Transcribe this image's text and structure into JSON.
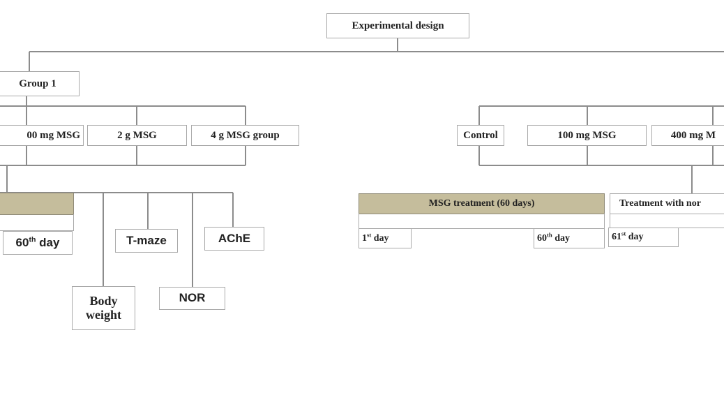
{
  "root": {
    "label": "Experimental design"
  },
  "group1": {
    "label": "Group 1",
    "subgroups": [
      "00 mg MSG",
      "2 g MSG",
      "4 g MSG group"
    ],
    "timeline_end": {
      "value": "60",
      "suffix": "th",
      "unit": " day"
    },
    "assessments": {
      "body_weight": "Body weight",
      "t_maze": "T-maze",
      "nor": "NOR",
      "ache": "AChE"
    }
  },
  "group2": {
    "subgroups": [
      "Control",
      "100 mg MSG",
      "400 mg M"
    ],
    "treatment": "MSG treatment  (60 days)",
    "treatment_followup": "Treatment with nor",
    "timeline": {
      "start": {
        "value": "1",
        "suffix": "st",
        "unit": " day"
      },
      "end": {
        "value": "60",
        "suffix": "th",
        "unit": " day"
      },
      "followup": {
        "value": "61",
        "suffix": "st",
        "unit": " day"
      }
    }
  },
  "colors": {
    "line": "#8c8c8c",
    "box_border": "#a9a9a9",
    "treatment_fill": "#c5bd9c",
    "text": "#222222"
  }
}
